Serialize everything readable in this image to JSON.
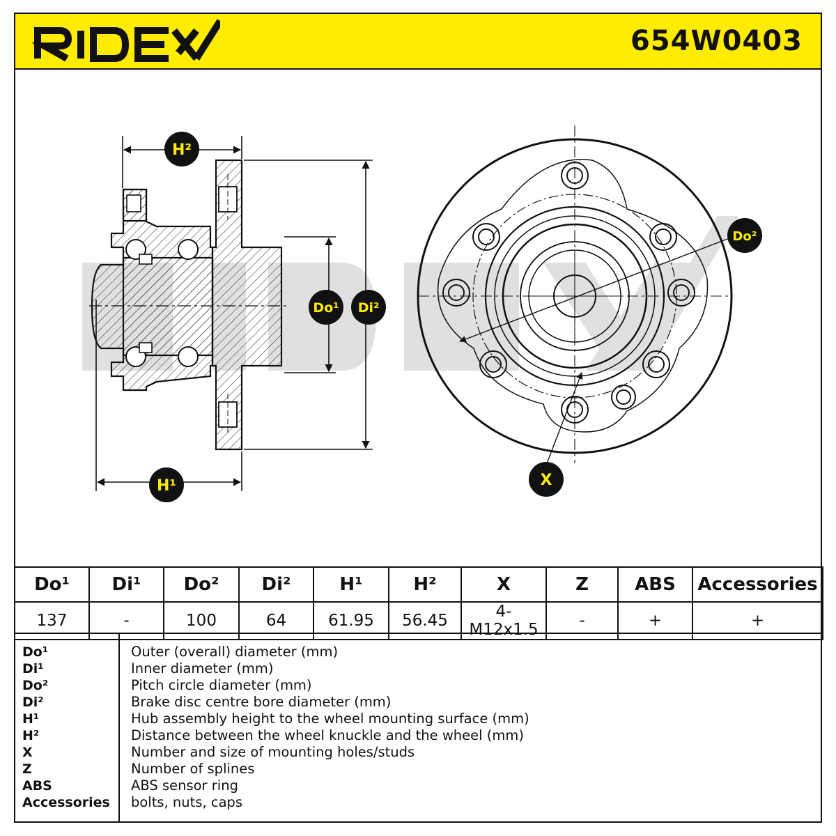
{
  "header": {
    "brand": "RIDEX",
    "part_number": "654W0403",
    "brand_color": "#ffec00"
  },
  "drawing": {
    "callouts": {
      "h2": "H²",
      "h1": "H¹",
      "do1": "Do¹",
      "di2": "Di²",
      "do2": "Do²",
      "x": "X"
    }
  },
  "spec_table": {
    "headers": [
      "Do¹",
      "Di¹",
      "Do²",
      "Di²",
      "H¹",
      "H²",
      "X",
      "Z",
      "ABS",
      "Accessories"
    ],
    "values": [
      "137",
      "-",
      "100",
      "64",
      "61.95",
      "56.45",
      "4-M12x1.5",
      "-",
      "+",
      "+"
    ]
  },
  "legend": [
    {
      "key": "Do¹",
      "desc": "Outer (overall) diameter (mm)"
    },
    {
      "key": "Di¹",
      "desc": "Inner diameter (mm)"
    },
    {
      "key": "Do²",
      "desc": "Pitch circle diameter (mm)"
    },
    {
      "key": "Di²",
      "desc": "Brake disc centre bore diameter (mm)"
    },
    {
      "key": "H¹",
      "desc": "Hub assembly height to the wheel mounting surface (mm)"
    },
    {
      "key": "H²",
      "desc": "Distance between the wheel knuckle and the wheel (mm)"
    },
    {
      "key": "X",
      "desc": "Number and size of mounting holes/studs"
    },
    {
      "key": "Z",
      "desc": "Number of splines"
    },
    {
      "key": "ABS",
      "desc": "ABS sensor ring"
    },
    {
      "key": "Accessories",
      "desc": "bolts, nuts, caps"
    }
  ]
}
